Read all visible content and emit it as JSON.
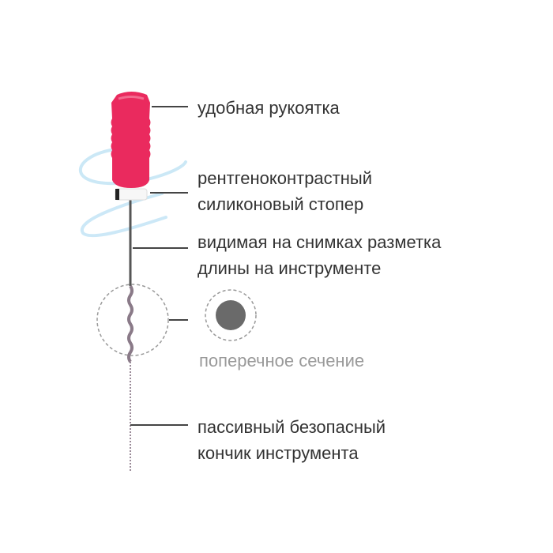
{
  "labels": {
    "handle": [
      "удобная рукоятка"
    ],
    "stopper": [
      "рентгеноконтрастный",
      "силиконовый стопер"
    ],
    "marking": [
      "видимая на снимках разметка",
      "длины на инструменте"
    ],
    "cross_section": "поперечное сечение",
    "tip": [
      "пассивный безопасный",
      "кончик инструмента"
    ]
  },
  "colors": {
    "handle": "#ea2a5e",
    "text": "#333333",
    "caption": "#9a9a9a",
    "swoosh": "#bfe3f5",
    "section_fill": "#6a6a6a"
  }
}
